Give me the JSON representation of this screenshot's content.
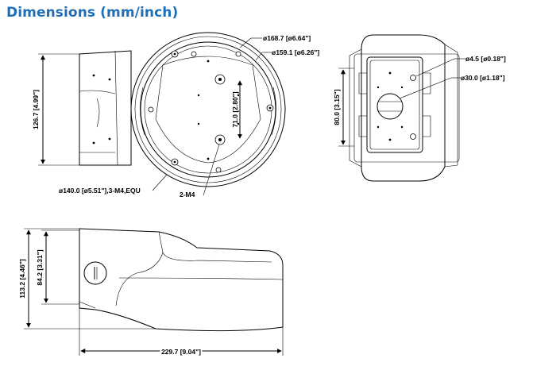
{
  "title": "Dimensions (mm/inch)",
  "labels": {
    "d168": "ø168.7 [ø6.64\"]",
    "d159": "ø159.1 [ø6.26\"]",
    "h126": "126.7 [4.99\"]",
    "v71": "71.0 [2.80\"]",
    "d140": "ø140.0 [ø5.51\"],3-M4,EQU",
    "m4": "2-M4",
    "d45": "ø4.5 [ø0.18\"]",
    "d30": "ø30.0 [ø1.18\"]",
    "v80": "80.0 [3.15\"]",
    "h113": "113.2 [4.46\"]",
    "h84": "84.2 [3.31\"]",
    "w229": "229.7 [9.04\"]"
  }
}
